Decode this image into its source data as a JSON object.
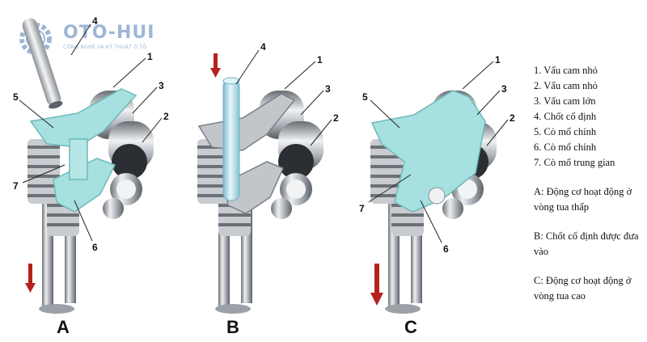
{
  "watermark": {
    "brand": "OTO-HUI",
    "tagline": "CÔNG NGHỆ VÀ KỸ THUẬT Ô TÔ"
  },
  "panels": [
    {
      "id": "A",
      "label": "A",
      "callouts": [
        "4",
        "1",
        "3",
        "2",
        "5",
        "7",
        "6"
      ]
    },
    {
      "id": "B",
      "label": "B",
      "callouts": [
        "4",
        "1",
        "3",
        "2"
      ]
    },
    {
      "id": "C",
      "label": "C",
      "callouts": [
        "1",
        "3",
        "2",
        "5",
        "7",
        "6"
      ]
    }
  ],
  "legend": {
    "items": [
      "1. Vấu cam nhỏ",
      "2. Vấu cam nhỏ",
      "3. Vấu cam lớn",
      "4. Chốt cố định",
      "5. Cò mổ chính",
      "6. Cò mổ chính",
      "7. Cò mổ trung gian"
    ],
    "notes": [
      "A: Động cơ hoạt động ở vòng tua thấp",
      "B: Chốt cố định được đưa vào",
      "C: Động cơ hoạt động ở vòng tua cao"
    ]
  },
  "colors": {
    "rocker": "#a6e0e0",
    "pin": "#bfe6f2",
    "metal": "#b4b9bf",
    "arrow": "#b5211c",
    "label": "#111111",
    "watermark": "#9fb6d6"
  }
}
